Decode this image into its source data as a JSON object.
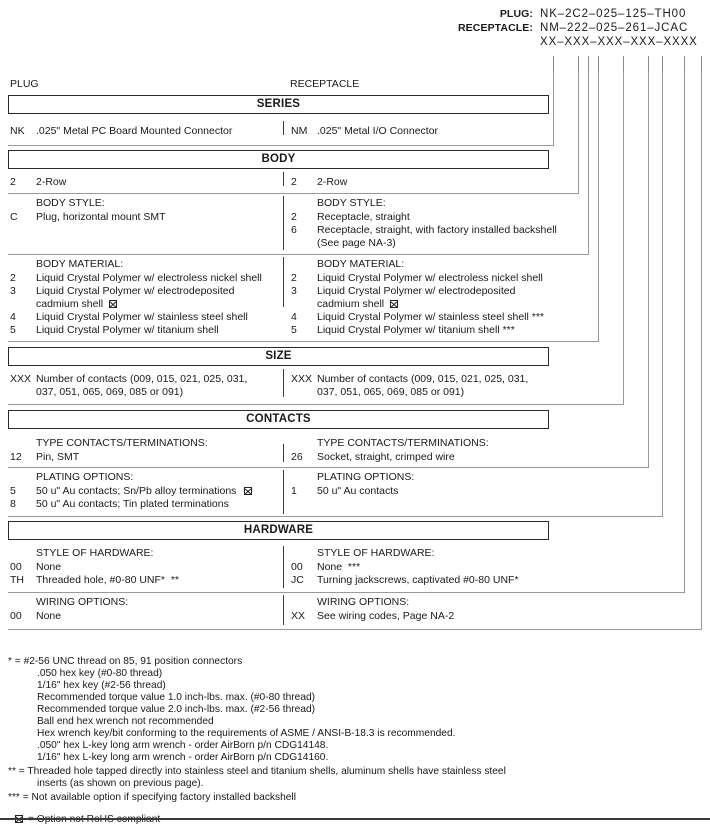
{
  "part_number": {
    "plug_label": "PLUG:",
    "plug_value": "NK–2C2–025–125–TH00",
    "receptacle_label": "RECEPTACLE:",
    "receptacle_value": "NM–222–025–261–JCAC",
    "mask_value": "XX–XXX–XXX–XXX–XXXX"
  },
  "columns": {
    "left": "PLUG",
    "right": "RECEPTACLE"
  },
  "sections": {
    "series": {
      "title": "SERIES",
      "left": [
        {
          "code": "NK",
          "text": ".025\" Metal PC Board Mounted Connector"
        }
      ],
      "right": [
        {
          "code": "NM",
          "text": ".025\" Metal I/O Connector"
        }
      ]
    },
    "body": {
      "title": "BODY",
      "left_rows": [
        {
          "code": "2",
          "text": "2-Row"
        }
      ],
      "right_rows": [
        {
          "code": "2",
          "text": "2-Row"
        }
      ],
      "body_style": {
        "left_heading": "BODY STYLE:",
        "right_heading": "BODY STYLE:",
        "left": [
          {
            "code": "C",
            "text": "Plug, horizontal mount SMT"
          }
        ],
        "right": [
          {
            "code": "2",
            "text": "Receptacle, straight"
          },
          {
            "code": "6",
            "text": "Receptacle, straight, with factory installed backshell"
          },
          {
            "code": "",
            "text": "(See page NA-3)"
          }
        ]
      },
      "body_material": {
        "left_heading": "BODY MATERIAL:",
        "right_heading": "BODY MATERIAL:",
        "left": [
          {
            "code": "2",
            "text": "Liquid Crystal Polymer w/ electroless nickel shell",
            "rohs": false
          },
          {
            "code": "3",
            "text": "Liquid Crystal Polymer w/ electrodeposited",
            "rohs": false
          },
          {
            "code": "",
            "text": "cadmium shell",
            "rohs": true
          },
          {
            "code": "4",
            "text": "Liquid Crystal Polymer w/ stainless steel shell",
            "rohs": false
          },
          {
            "code": "5",
            "text": "Liquid Crystal Polymer w/ titanium shell",
            "rohs": false
          }
        ],
        "right": [
          {
            "code": "2",
            "text": "Liquid Crystal Polymer w/ electroless nickel shell",
            "rohs": false
          },
          {
            "code": "3",
            "text": "Liquid Crystal Polymer w/ electrodeposited",
            "rohs": false
          },
          {
            "code": "",
            "text": "cadmium shell",
            "rohs": true
          },
          {
            "code": "4",
            "text": "Liquid Crystal Polymer w/ stainless steel shell ***",
            "rohs": false
          },
          {
            "code": "5",
            "text": "Liquid Crystal Polymer w/ titanium shell ***",
            "rohs": false
          }
        ]
      }
    },
    "size": {
      "title": "SIZE",
      "left": [
        {
          "code": "XXX",
          "text": "Number of contacts (009, 015, 021, 025, 031,"
        },
        {
          "code": "",
          "text": "037, 051, 065, 069, 085 or 091)"
        }
      ],
      "right": [
        {
          "code": "XXX",
          "text": "Number of contacts (009, 015, 021, 025, 031,"
        },
        {
          "code": "",
          "text": "037, 051, 065, 069, 085 or 091)"
        }
      ]
    },
    "contacts": {
      "title": "CONTACTS",
      "type": {
        "left_heading": "TYPE CONTACTS/TERMINATIONS:",
        "right_heading": "TYPE CONTACTS/TERMINATIONS:",
        "left": [
          {
            "code": "12",
            "text": "Pin, SMT"
          }
        ],
        "right": [
          {
            "code": "26",
            "text": "Socket, straight, crimped wire"
          }
        ]
      },
      "plating": {
        "left_heading": "PLATING OPTIONS:",
        "right_heading": "PLATING OPTIONS:",
        "left": [
          {
            "code": "5",
            "text": "50 u\" Au contacts; Sn/Pb alloy terminations",
            "rohs": true
          },
          {
            "code": "8",
            "text": "50 u\" Au contacts; Tin plated terminations",
            "rohs": false
          }
        ],
        "right": [
          {
            "code": "1",
            "text": "50 u\" Au contacts",
            "rohs": false
          }
        ]
      }
    },
    "hardware": {
      "title": "HARDWARE",
      "style": {
        "left_heading": "STYLE OF HARDWARE:",
        "right_heading": "STYLE OF HARDWARE:",
        "left": [
          {
            "code": "00",
            "text": "None"
          },
          {
            "code": "TH",
            "text": "Threaded hole, #0-80 UNF*  **"
          }
        ],
        "right": [
          {
            "code": "00",
            "text": "None  ***"
          },
          {
            "code": "JC",
            "text": "Turning jackscrews, captivated #0-80 UNF*"
          }
        ]
      },
      "wiring": {
        "left_heading": "WIRING OPTIONS:",
        "right_heading": "WIRING OPTIONS:",
        "left": [
          {
            "code": "00",
            "text": "None"
          }
        ],
        "right": [
          {
            "code": "XX",
            "text": "See wiring codes, Page NA-2"
          }
        ]
      }
    }
  },
  "footnotes": {
    "star1": "* = #2-56 UNC thread on 85, 91 position connectors",
    "star1_lines": [
      ".050 hex key (#0-80 thread)",
      "1/16\" hex key (#2-56 thread)",
      "Recommended torque value 1.0 inch-lbs. max. (#0-80 thread)",
      "Recommended torque value 2.0 inch-lbs. max. (#2-56 thread)",
      "Ball end hex wrench not recommended",
      "Hex wrench key/bit conforming to the requirements of ASME / ANSI-B-18.3 is recommended.",
      ".050\" hex L-key long arm wrench - order AirBorn p/n CDG14148.",
      "1/16\" hex L-key long arm wrench - order AirBorn p/n CDG14160."
    ],
    "star2": "** = Threaded hole tapped directly into stainless steel and titanium shells, aluminum shells have stainless steel",
    "star2_cont": "inserts (as shown on previous page).",
    "star3": "*** = Not available option if specifying factory installed backshell",
    "rohs_note": "= Option not RoHS compliant"
  }
}
